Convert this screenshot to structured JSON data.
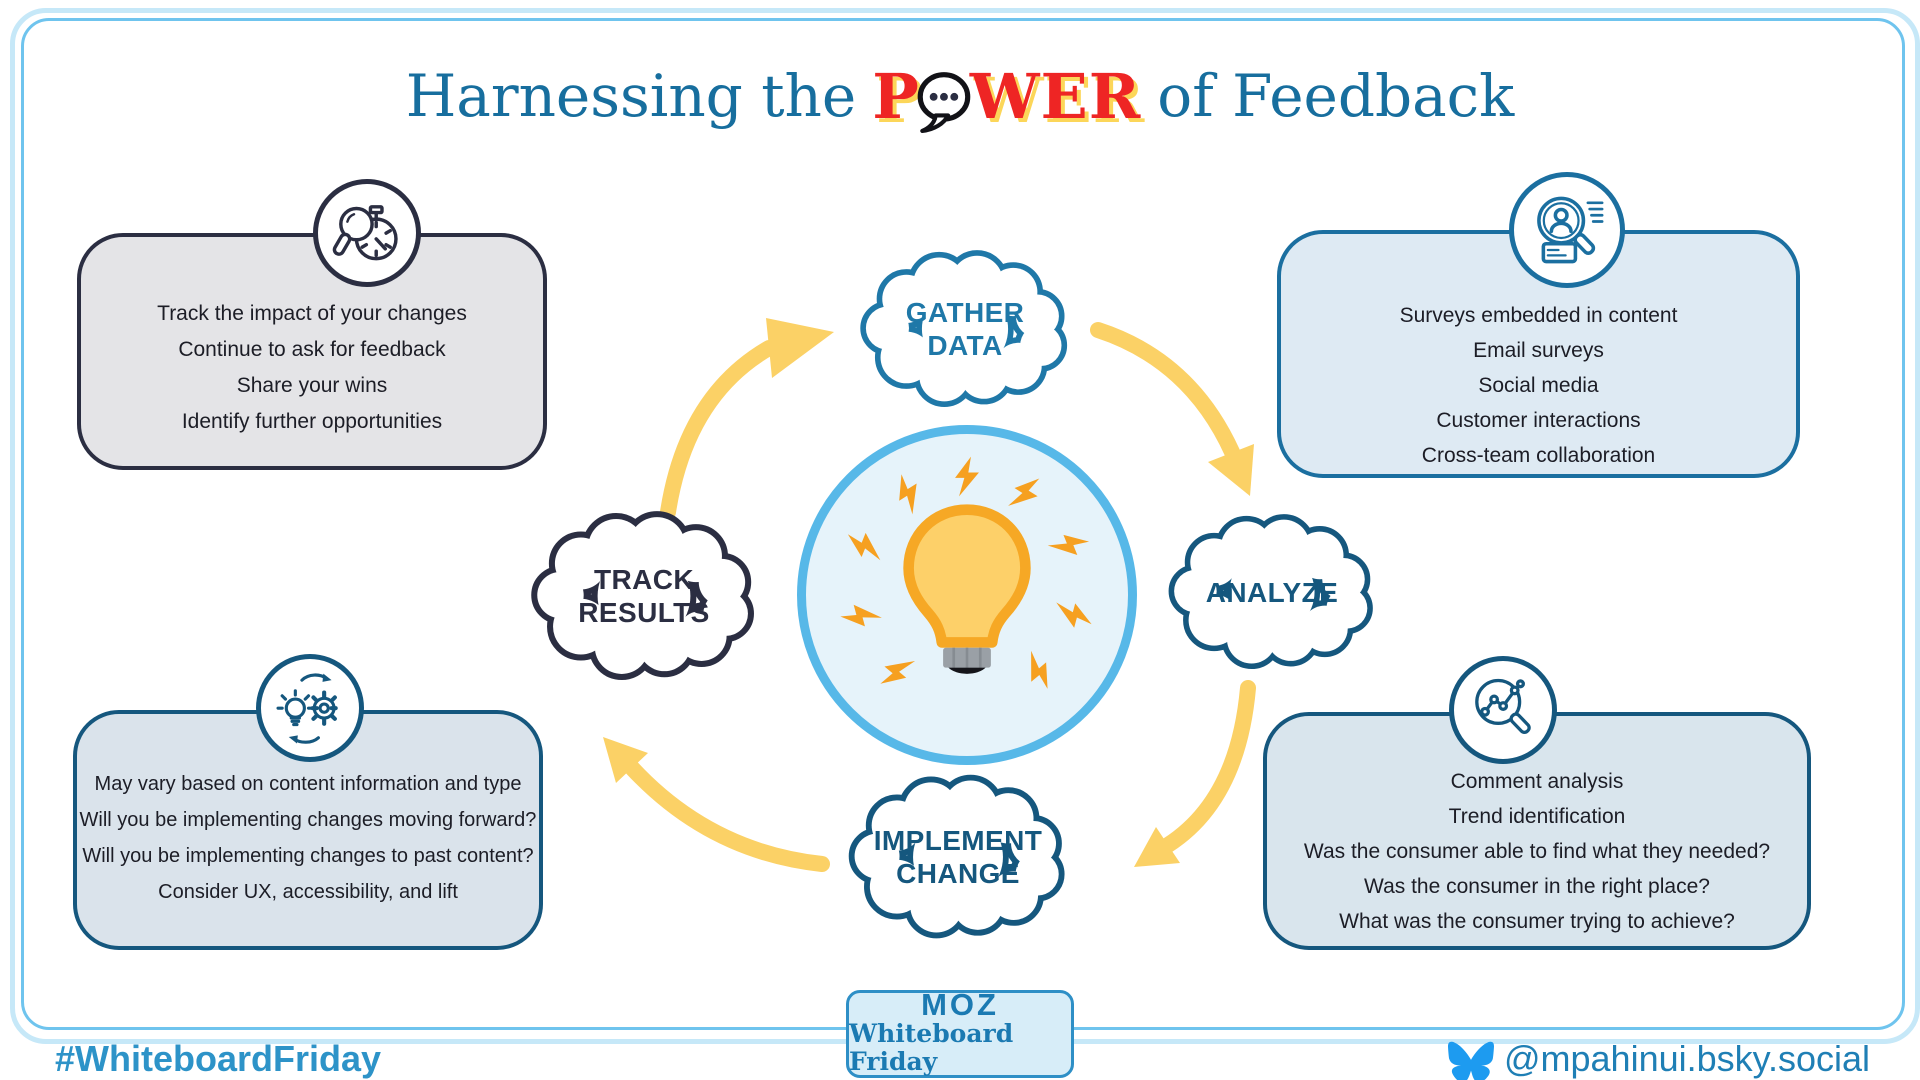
{
  "title": {
    "prefix": "Harnessing the",
    "power_first": "P",
    "power_rest": "WER",
    "suffix": "of Feedback"
  },
  "clouds": {
    "gather": {
      "line1": "GATHER",
      "line2": "DATA"
    },
    "analyze": {
      "line1": "ANALYZE"
    },
    "implement": {
      "line1": "IMPLEMENT",
      "line2": "CHANGE"
    },
    "track": {
      "line1": "TRACK",
      "line2": "RESULTS"
    }
  },
  "boxes": {
    "top_left": {
      "lines": [
        "Track the impact of your changes",
        "Continue to ask for feedback",
        "Share your wins",
        "Identify further opportunities"
      ]
    },
    "top_right": {
      "lines": [
        "Surveys embedded in content",
        "Email surveys",
        "Social media",
        "Customer interactions",
        "Cross-team collaboration"
      ]
    },
    "bottom_left": {
      "lines": [
        "May vary based on content information and type",
        "Will you be implementing changes moving forward?",
        "Will you be implementing changes to past content?",
        "Consider UX, accessibility, and lift"
      ]
    },
    "bottom_right": {
      "lines": [
        "Comment analysis",
        "Trend identification",
        "Was the consumer able to find what they needed?",
        "Was the consumer in the right place?",
        "What was the consumer trying to achieve?"
      ]
    }
  },
  "footer": {
    "hashtag": "#WhiteboardFriday",
    "handle": "@mpahinui.bsky.social",
    "badge_brand": "MOZ",
    "badge_series": "Whiteboard Friday"
  },
  "icons": {
    "title_o": "speech-bubble-icon",
    "top_left_badge": "magnifier-stopwatch-icon",
    "top_right_badge": "person-search-icon",
    "bottom_left_badge": "bulb-gear-sync-icon",
    "bottom_right_badge": "chart-magnifier-icon",
    "center": "lightbulb-burst-icon",
    "footer_social": "bluesky-butterfly-icon",
    "badge_doodle": "marker-squiggle-icon"
  },
  "colors": {
    "title_blue": "#176e9e",
    "power_red": "#ee2524",
    "power_shadow": "#fcd659",
    "arrow_yellow": "#fbd166",
    "navy": "#2b2e42",
    "dark_blue": "#15577e",
    "medium_blue": "#1f78a8",
    "center_ring": "#57b8e8",
    "bluesky_blue": "#1d9bf0"
  }
}
